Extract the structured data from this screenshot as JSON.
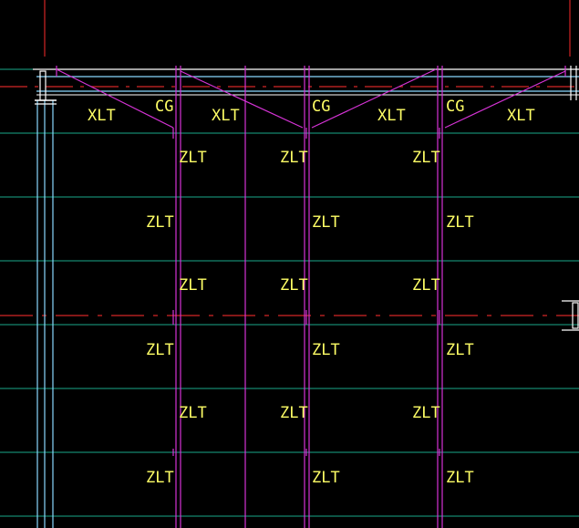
{
  "drawing": {
    "colors": {
      "background": "#000000",
      "grid_line": "#1aa88a",
      "column_line": "#d633d6",
      "wall_line": "#8ad8ff",
      "axis_line": "#d22626",
      "text": "#ffff66",
      "frame": "#ffffff"
    },
    "labels": {
      "xlt": "XLT",
      "cg": "CG",
      "zlt": "ZLT"
    }
  }
}
